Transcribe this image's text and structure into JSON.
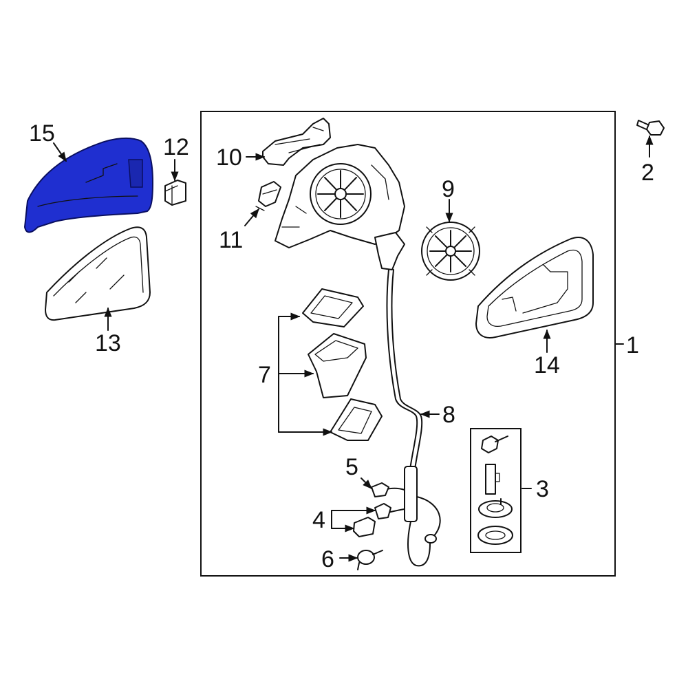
{
  "callouts": {
    "c1": "1",
    "c2": "2",
    "c3": "3",
    "c4": "4",
    "c5": "5",
    "c6": "6",
    "c7": "7",
    "c8": "8",
    "c9": "9",
    "c10": "10",
    "c11": "11",
    "c12": "12",
    "c13": "13",
    "c14": "14",
    "c15": "15"
  },
  "colors": {
    "highlight": "#1f2fd0",
    "line": "#111111",
    "background": "#ffffff"
  }
}
